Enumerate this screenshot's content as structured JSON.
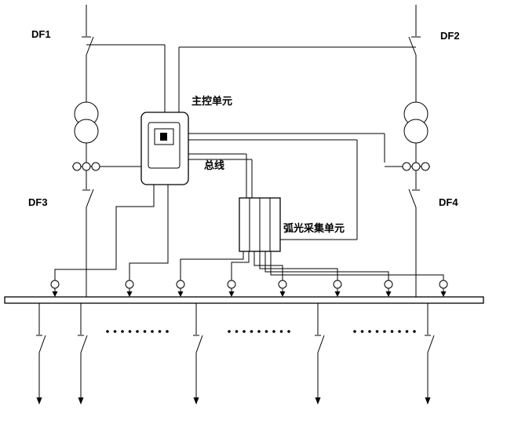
{
  "diagram": {
    "labels": {
      "df1": "DF1",
      "df2": "DF2",
      "df3": "DF3",
      "df4": "DF4",
      "main_control_unit": "主控单元",
      "bus_line": "总线",
      "arc_collection_unit": "弧光采集单元"
    },
    "colors": {
      "line": "#000000",
      "background": "#ffffff"
    },
    "structure": {
      "incoming_feeders": 2,
      "transformers": 2,
      "breakers": [
        "DF1",
        "DF2",
        "DF3",
        "DF4"
      ],
      "arc_sensors_on_busbar": 8,
      "outgoing_feeders": 5,
      "ellipsis_groups": 3
    }
  }
}
